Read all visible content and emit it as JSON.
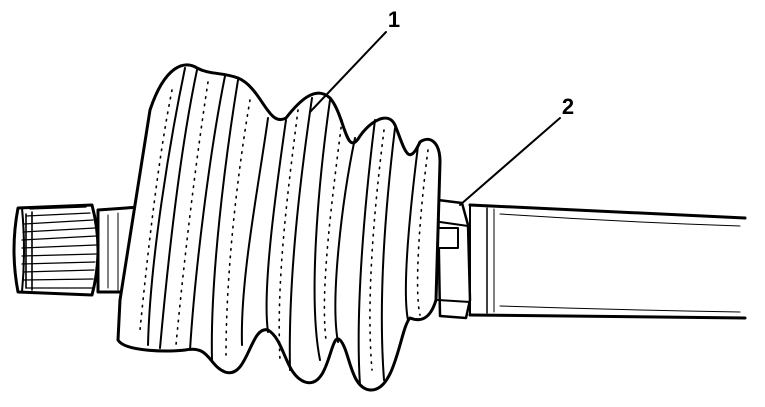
{
  "figure": {
    "colors": {
      "ink": "#000000",
      "paper": "#ffffff"
    },
    "parts": [
      {
        "name": "splined-shaft-end"
      },
      {
        "name": "protective-boot"
      },
      {
        "name": "boot-clamp"
      },
      {
        "name": "drive-shaft"
      }
    ],
    "callouts": [
      {
        "label": "1"
      },
      {
        "label": "2"
      }
    ]
  }
}
